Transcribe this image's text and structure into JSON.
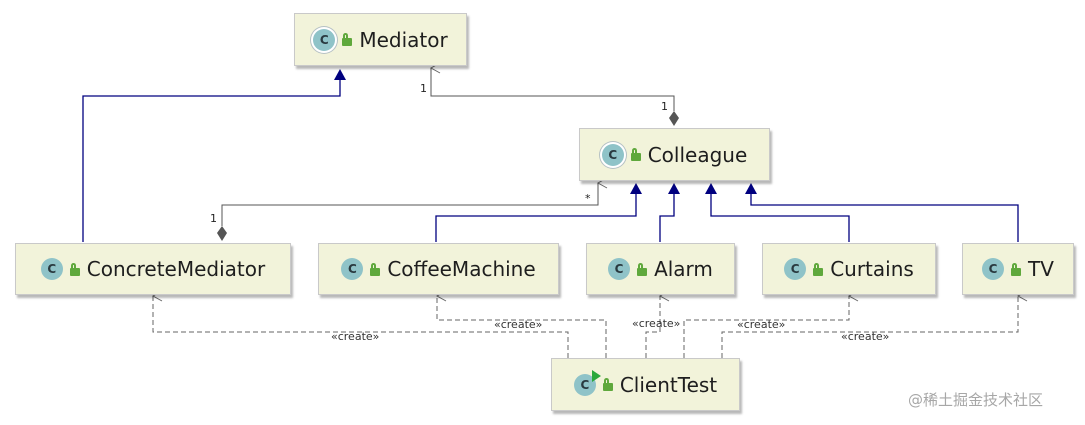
{
  "classes": {
    "mediator": {
      "name": "Mediator",
      "icon": "class-icon",
      "icon_letter": "C",
      "abstract": true
    },
    "colleague": {
      "name": "Colleague",
      "icon": "class-icon",
      "icon_letter": "C",
      "abstract": true
    },
    "concrete_mediator": {
      "name": "ConcreteMediator",
      "icon": "class-icon",
      "icon_letter": "C",
      "abstract": false
    },
    "coffee_machine": {
      "name": "CoffeeMachine",
      "icon": "class-icon",
      "icon_letter": "C",
      "abstract": false
    },
    "alarm": {
      "name": "Alarm",
      "icon": "class-icon",
      "icon_letter": "C",
      "abstract": false
    },
    "curtains": {
      "name": "Curtains",
      "icon": "class-icon",
      "icon_letter": "C",
      "abstract": false
    },
    "tv": {
      "name": "TV",
      "icon": "class-icon",
      "icon_letter": "C",
      "abstract": false
    },
    "client_test": {
      "name": "ClientTest",
      "icon": "runnable-class-icon",
      "icon_letter": "C",
      "abstract": false
    }
  },
  "relations": {
    "inheritance": [
      {
        "from": "ConcreteMediator",
        "to": "Mediator"
      },
      {
        "from": "CoffeeMachine",
        "to": "Colleague"
      },
      {
        "from": "Alarm",
        "to": "Colleague"
      },
      {
        "from": "Curtains",
        "to": "Colleague"
      },
      {
        "from": "TV",
        "to": "Colleague"
      }
    ],
    "aggregations": [
      {
        "from": "Colleague",
        "to": "Mediator",
        "whole_mult": "1",
        "part_mult": "1"
      },
      {
        "from": "ConcreteMediator",
        "to": "Colleague",
        "whole_mult": "1",
        "part_mult": "*"
      }
    ],
    "create_label": "«create»",
    "creates": [
      "ConcreteMediator",
      "CoffeeMachine",
      "Alarm",
      "Curtains",
      "TV"
    ]
  },
  "colors": {
    "inheritance": "#00007f",
    "dependency": "#666666",
    "node_fill": "#f2f3da",
    "aggregation": "#555555"
  },
  "watermark": "@稀土掘金技术社区"
}
